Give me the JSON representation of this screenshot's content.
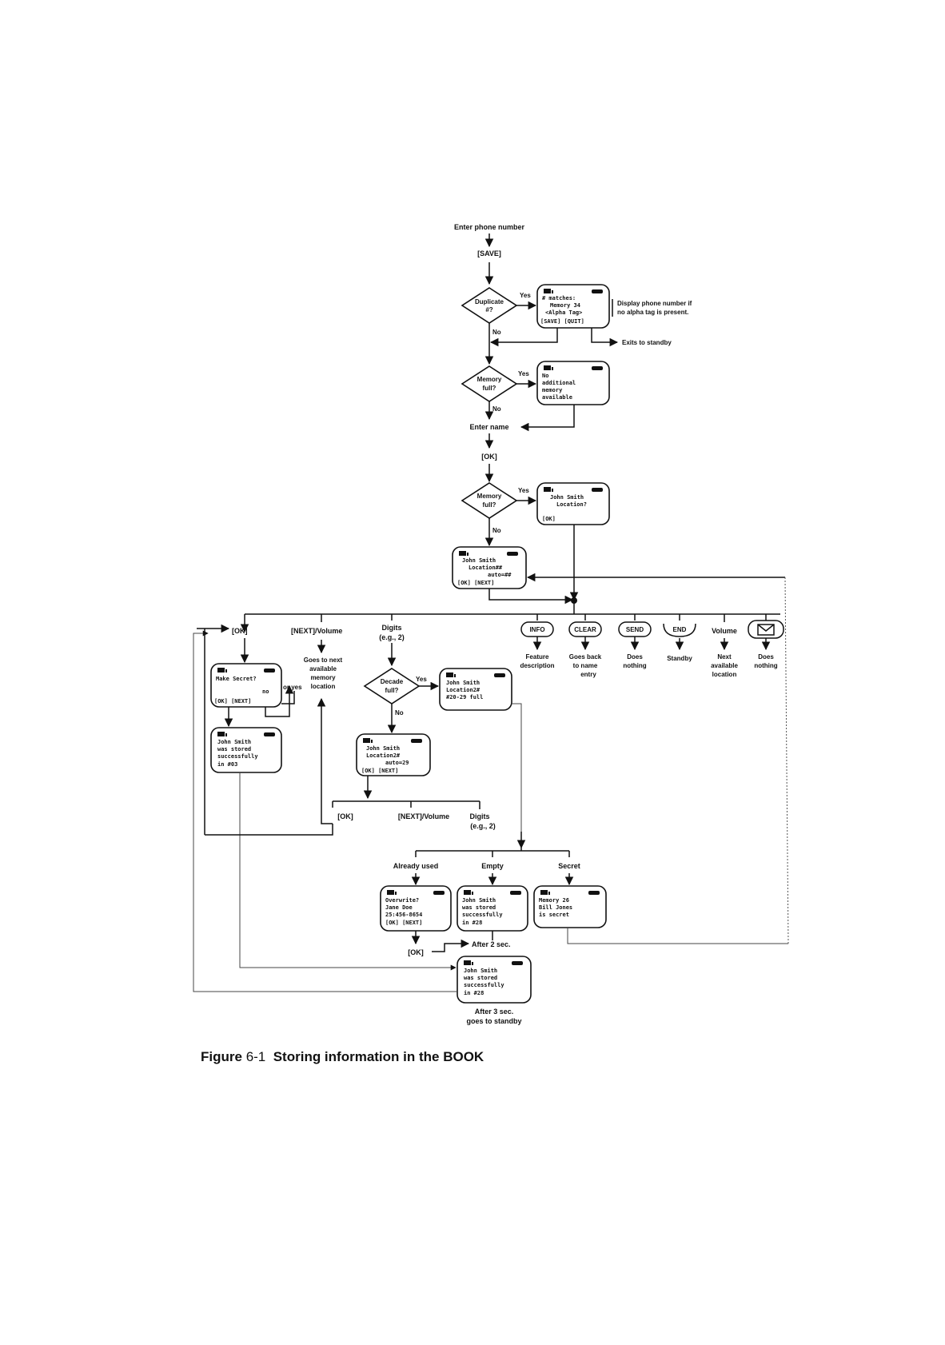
{
  "start": {
    "entry": "Enter phone number",
    "save_key": "[SAVE]"
  },
  "duplicate": {
    "question": [
      "Duplicate",
      "#?"
    ],
    "yes": "Yes",
    "no": "No",
    "screen": [
      "# matches:",
      "Memory 34",
      "<Alpha Tag>",
      "[SAVE]   [QUIT]"
    ],
    "note": [
      "Display phone number if",
      "no alpha tag is present."
    ],
    "exit": "Exits to standby"
  },
  "memory_full_1": {
    "question": [
      "Memory",
      "full?"
    ],
    "yes": "Yes",
    "no": "No",
    "screen": [
      "No",
      "additional",
      "memory",
      "available"
    ]
  },
  "enter_name": {
    "label": "Enter name",
    "ok_key": "[OK]"
  },
  "memory_full_2": {
    "question": [
      "Memory",
      "full?"
    ],
    "yes": "Yes",
    "no": "No",
    "screen_yes": [
      "John Smith",
      "Location?",
      "",
      "[OK]"
    ],
    "screen_no": [
      "John Smith",
      "Location##",
      "auto=##",
      "[OK]    [NEXT]"
    ]
  },
  "keys": {
    "ok": "[OK]",
    "next": "[NEXT]/Volume",
    "digits": [
      "Digits",
      "(e.g., 2)"
    ],
    "info": "INFO",
    "clear": "CLEAR",
    "send": "SEND",
    "end": "END",
    "volume": "Volume"
  },
  "key_results": {
    "next": [
      "Goes to next",
      "available",
      "memory",
      "location"
    ],
    "info": [
      "Feature",
      "description"
    ],
    "clear": [
      "Goes back",
      "to name",
      "entry"
    ],
    "send": [
      "Does",
      "nothing"
    ],
    "end": [
      "Standby"
    ],
    "volume": [
      "Next",
      "available",
      "location"
    ],
    "message": [
      "Does",
      "nothing"
    ]
  },
  "make_secret": {
    "screen": [
      "Make Secret?",
      "",
      "no",
      "[OK]    [NEXT]"
    ],
    "or_yes": "or yes",
    "stored_screen": [
      "John Smith",
      "was stored",
      "successfully",
      "in #03"
    ]
  },
  "decade": {
    "question": [
      "Decade",
      "full?"
    ],
    "yes": "Yes",
    "no": "No",
    "screen_full": [
      "John Smith",
      "Location2#",
      "#20-29 full"
    ],
    "screen_no": [
      "John Smith",
      "Location2#",
      "auto=29",
      "[OK]    [NEXT]"
    ]
  },
  "second_keys": {
    "ok": "[OK]",
    "next": "[NEXT]/Volume",
    "digits": [
      "Digits",
      "(e.g., 2)"
    ]
  },
  "location_status": {
    "used": "Already used",
    "empty": "Empty",
    "secret": "Secret",
    "used_screen": [
      "Overwrite?",
      "Jane Doe",
      "25:456-8654",
      "[OK]    [NEXT]"
    ],
    "empty_screen": [
      "John Smith",
      "was stored",
      "successfully",
      "in #28"
    ],
    "secret_screen": [
      "Memory 26",
      "Bill Jones",
      "is secret"
    ],
    "ok_key": "[OK]",
    "after2": "After 2 sec."
  },
  "final": {
    "screen": [
      "John Smith",
      "was stored",
      "successfully",
      "in #28"
    ],
    "after3": [
      "After 3 sec.",
      "goes to standby"
    ]
  },
  "caption": {
    "prefix": "Figure",
    "number": "6-1",
    "title": "Storing information in the BOOK"
  }
}
